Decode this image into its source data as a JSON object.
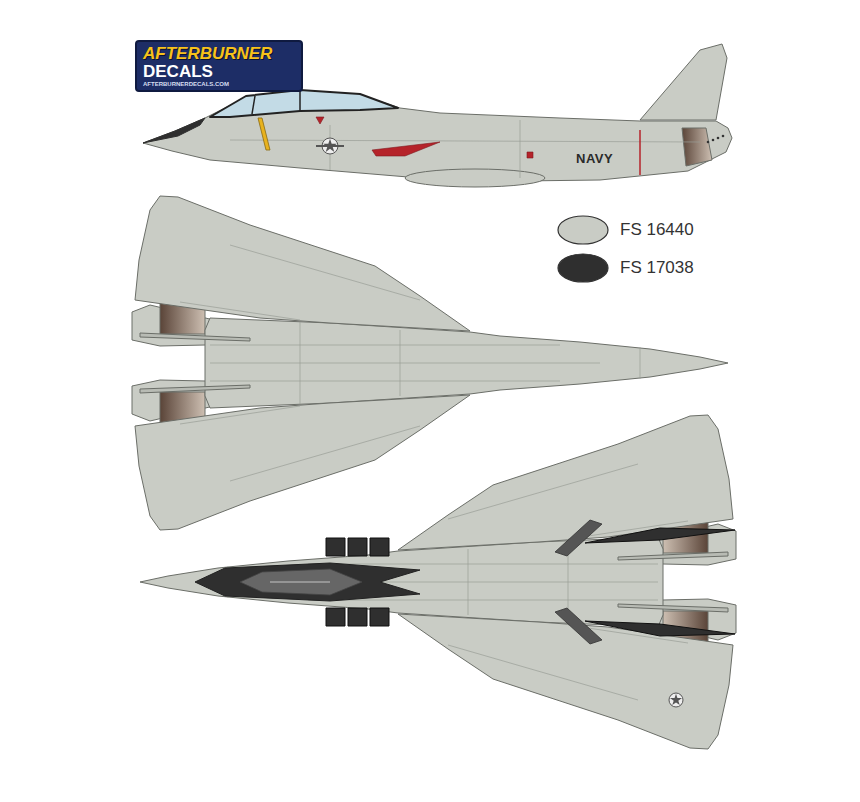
{
  "diagram": {
    "nodes": [
      {
        "text": [
          "AFTERBURNER",
          "DECALS",
          "AFTERBURNERDECALS.COM"
        ]
      }
    ],
    "labels": [
      "NAVY"
    ],
    "legend": [
      {
        "text": "FS 16440",
        "color": "#c9ccc5"
      },
      {
        "text": "FS 17038",
        "color": "#2f2f2f"
      }
    ]
  }
}
